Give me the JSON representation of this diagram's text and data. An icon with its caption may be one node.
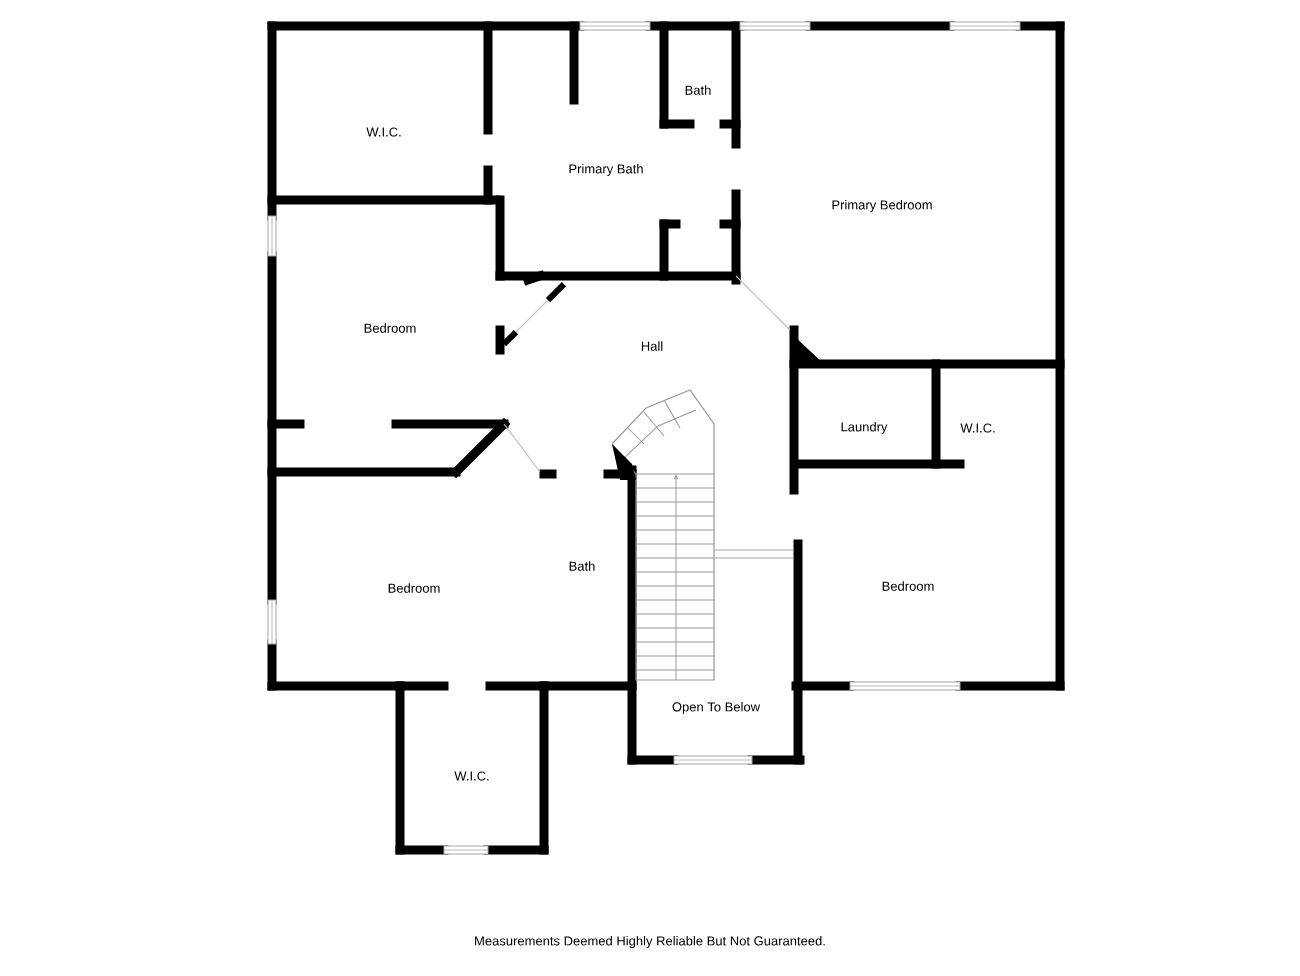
{
  "diagram": {
    "labels": [
      "W.I.C.",
      "Bath",
      "Primary Bath",
      "Primary Bedroom",
      "Bedroom",
      "Hall",
      "Laundry",
      "W.I.C.",
      "Bedroom",
      "Bath",
      "Bedroom",
      "Open To Below",
      "W.I.C.",
      "Measurements Deemed Highly Reliable But Not Guaranteed."
    ]
  }
}
